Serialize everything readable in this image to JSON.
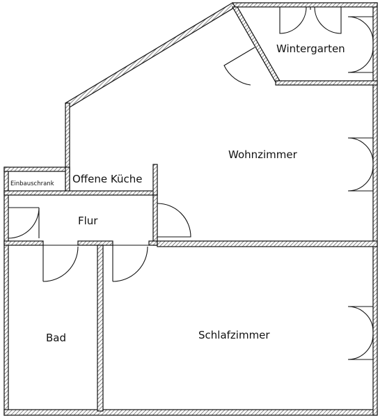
{
  "rooms": {
    "wintergarten": "Wintergarten",
    "wohnzimmer": "Wohnzimmer",
    "einbauschrank": "Einbauschrank",
    "offene_kueche": "Offene Küche",
    "flur": "Flur",
    "bad": "Bad",
    "schlafzimmer": "Schlafzimmer"
  },
  "colors": {
    "wall_outline": "#111111",
    "wall_hatch": "#555555",
    "background": "#ffffff"
  }
}
